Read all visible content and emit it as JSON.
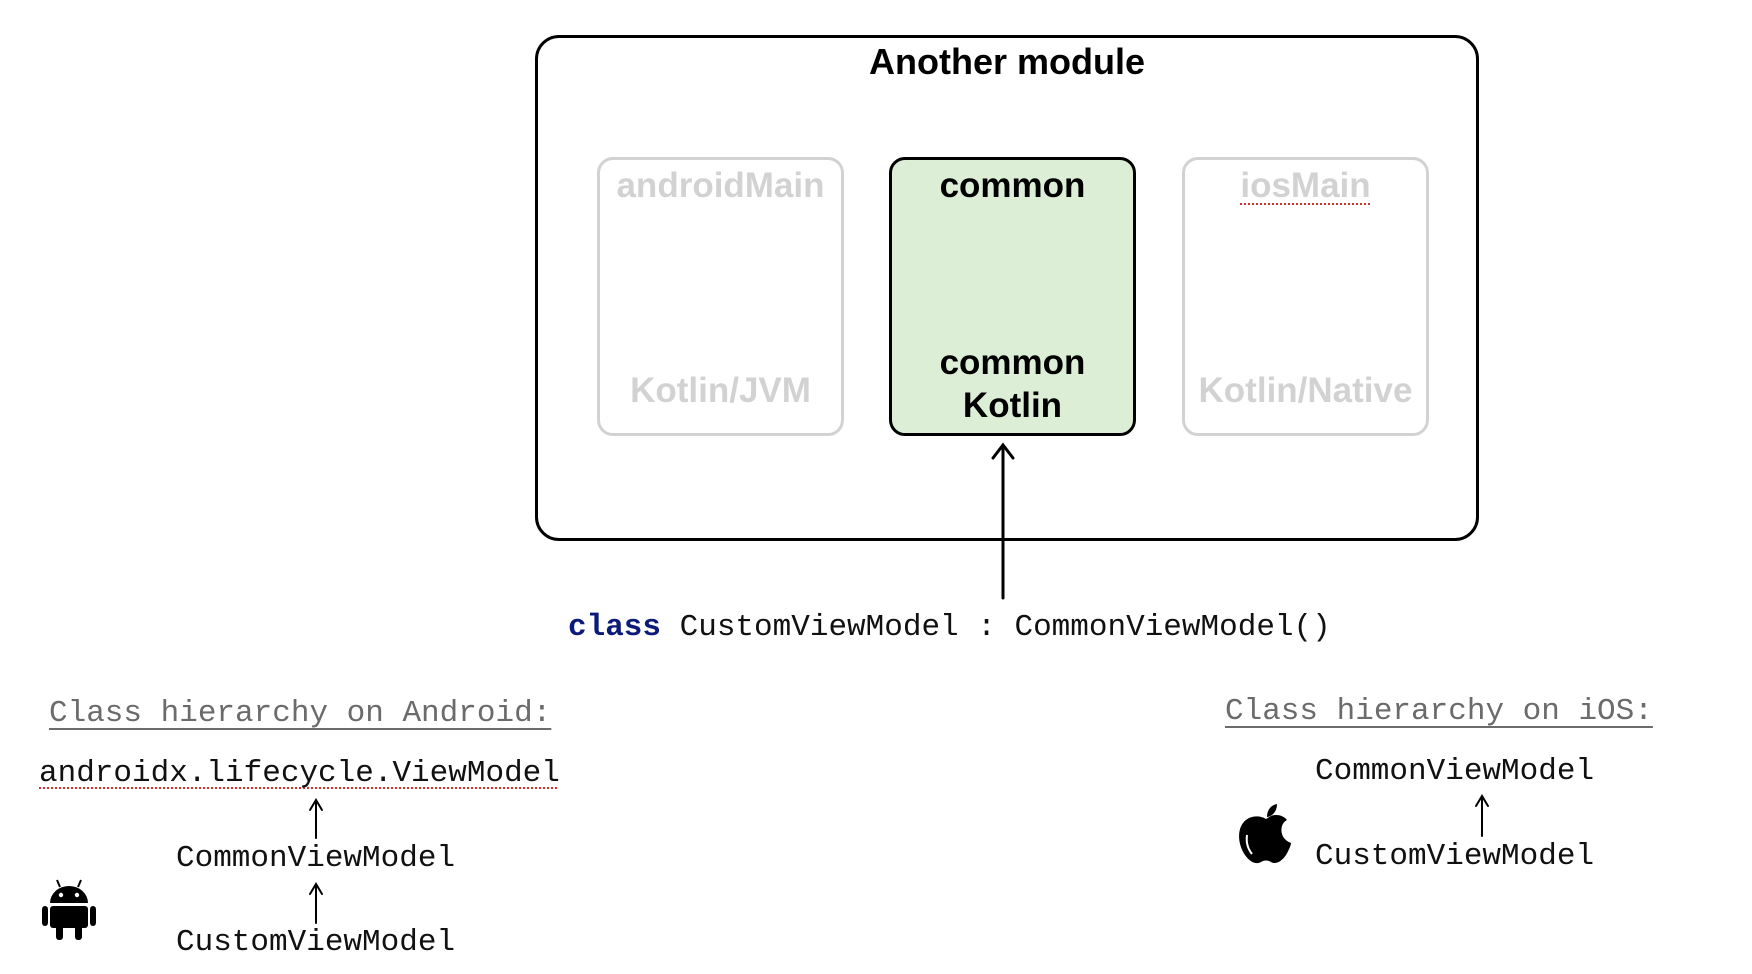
{
  "module": {
    "title": "Another module"
  },
  "source_sets": [
    {
      "name": "androidMain",
      "target": "Kotlin/JVM"
    },
    {
      "name": "common",
      "target_line1": "common",
      "target_line2": "Kotlin"
    },
    {
      "name": "iosMain",
      "target": "Kotlin/Native"
    }
  ],
  "code": {
    "keyword": "class",
    "declaration": " CustomViewModel : CommonViewModel()"
  },
  "android": {
    "heading": "Class hierarchy on Android:",
    "chain": [
      "androidx.lifecycle.ViewModel",
      "CommonViewModel",
      "CustomViewModel"
    ]
  },
  "ios": {
    "heading": "Class hierarchy on iOS:",
    "chain": [
      "CommonViewModel",
      "CustomViewModel"
    ]
  },
  "colors": {
    "common_fill": "#dcefd6",
    "faded_text": "#d2d2d2",
    "keyword": "#0c1a7a"
  }
}
